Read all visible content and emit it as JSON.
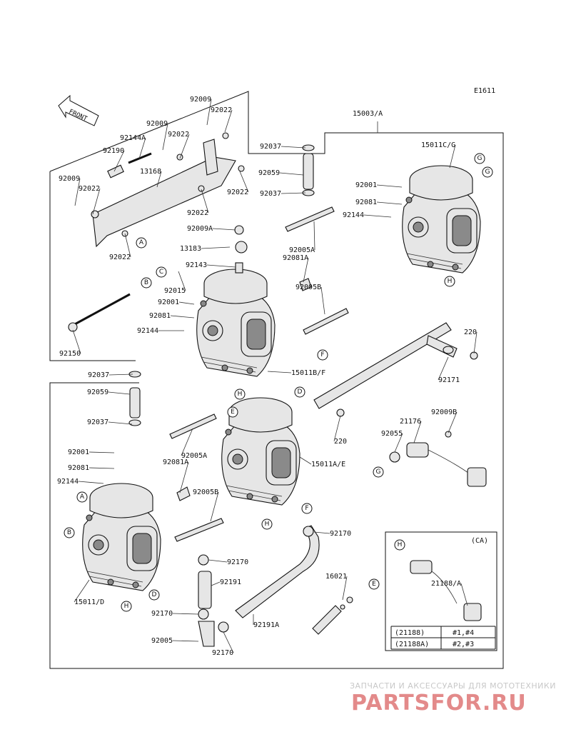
{
  "code": "E1611",
  "front": "FRONT",
  "assembly_label": "15003/A",
  "labels": [
    "92009",
    "92022",
    "92009",
    "92022",
    "92144A",
    "92190",
    "13168",
    "92009",
    "92022",
    "92022",
    "92022",
    "92022",
    "92037",
    "92059",
    "92037",
    "92001",
    "92081",
    "92144",
    "15011C/G",
    "92009A",
    "13183",
    "92143",
    "92005A",
    "92081A",
    "92005B",
    "92015",
    "92001",
    "92081",
    "92144",
    "92150",
    "15011B/F",
    "92037",
    "92059",
    "92037",
    "92001",
    "92081",
    "92144",
    "92005A",
    "92081A",
    "92005B",
    "15011A/E",
    "220",
    "92171",
    "220",
    "21176",
    "92009B",
    "92055",
    "92170",
    "92170",
    "92191",
    "92170",
    "92191A",
    "16021",
    "92005",
    "92170",
    "15011/D",
    "21188/A"
  ],
  "refs": [
    "A",
    "B",
    "C",
    "D",
    "E",
    "F",
    "G",
    "H"
  ],
  "ca_box": {
    "title": "(CA)",
    "rows": [
      [
        "(21188)",
        "#1,#4"
      ],
      [
        "(21188A)",
        "#2,#3"
      ]
    ]
  },
  "watermark": {
    "line1": "ЗАПЧАСТИ И АКСЕССУАРЫ ДЛЯ МОТОТЕХНИКИ",
    "line2": "PARTSFOR.RU"
  }
}
